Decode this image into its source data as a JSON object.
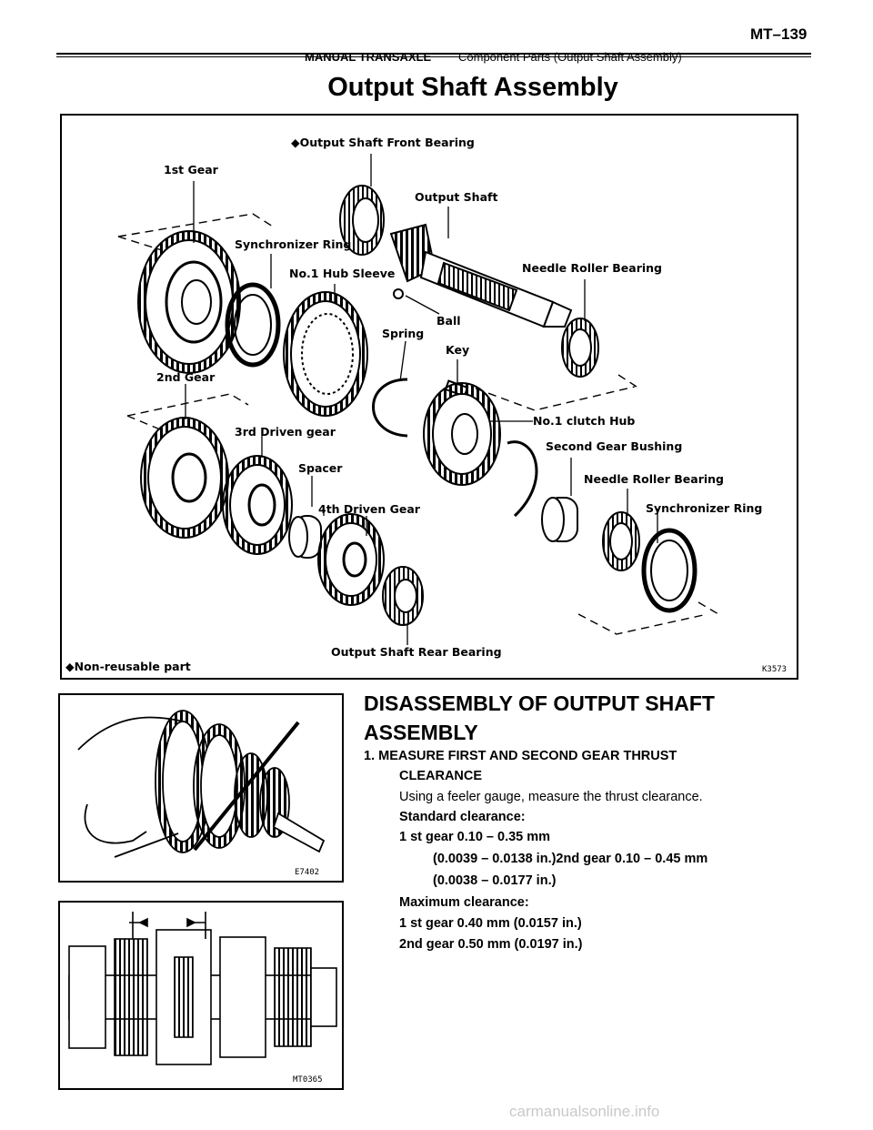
{
  "header": {
    "section": "MANUAL TRANSAXLE",
    "separator": "–",
    "subsection": "Component Parts (Output Shaft Assembly)",
    "page": "MT–139"
  },
  "title": "Output Shaft Assembly",
  "diagram": {
    "labels": {
      "front_bearing": "Output Shaft Front Bearing",
      "first_gear": "1st Gear",
      "output_shaft": "Output Shaft",
      "synchro_ring_1": "Synchronizer Ring",
      "hub_sleeve": "No.1 Hub Sleeve",
      "needle_bearing_1": "Needle Roller Bearing",
      "ball": "Ball",
      "spring": "Spring",
      "key": "Key",
      "second_gear": "2nd Gear",
      "clutch_hub": "No.1 clutch Hub",
      "third_driven": "3rd Driven gear",
      "second_bushing": "Second Gear Bushing",
      "spacer": "Spacer",
      "needle_bearing_2": "Needle Roller Bearing",
      "fourth_driven": "4th Driven Gear",
      "synchro_ring_2": "Synchronizer Ring",
      "rear_bearing": "Output Shaft Rear Bearing",
      "non_reusable": "Non-reusable part",
      "fig_code": "K3573"
    }
  },
  "photo1": {
    "fig_code": "E7402"
  },
  "photo2": {
    "fig_code": "MT0365"
  },
  "content": {
    "heading": "DISASSEMBLY OF OUTPUT SHAFT ASSEMBLY",
    "step1_a": "1. MEASURE FIRST AND SECOND GEAR THRUST",
    "step1_b": "CLEARANCE",
    "instruction": "Using a feeler gauge, measure the thrust clearance.",
    "std_label": "Standard clearance:",
    "std_1st": "1 st gear 0.10 – 0.35 mm",
    "std_1st_in": "(0.0039 – 0.0138 in.)2nd gear 0.10 – 0.45 mm",
    "std_2nd_in": "(0.0038 – 0.0177 in.)",
    "max_label": "Maximum clearance:",
    "max_1st": "1 st gear 0.40 mm (0.0157 in.)",
    "max_2nd": "2nd gear 0.50 mm (0.0197 in.)"
  },
  "watermark": "carmanualsonline.info"
}
